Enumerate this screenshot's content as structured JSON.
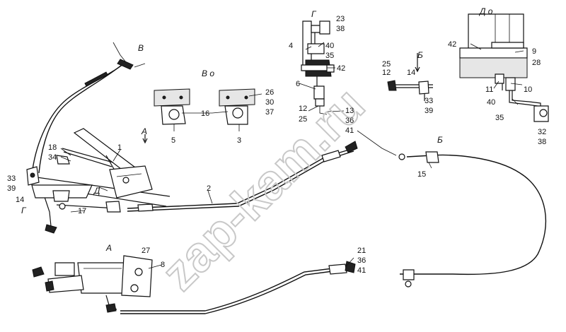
{
  "watermark": "zap-kam.ru",
  "views": {
    "V_detail": "В",
    "V_circle": "В о",
    "G_detail": "Г",
    "D_detail": "Д о",
    "B_detail": "Б",
    "B_lower": "Б",
    "A_arrow": "А",
    "A_detail": "А",
    "G_arrow": "Г",
    "D_arrow": "Д"
  },
  "labels": {
    "l1": "1",
    "l2": "2",
    "l3": "3",
    "l4": "4",
    "l5": "5",
    "l6": "6",
    "l8": "8",
    "l9": "9",
    "l10": "10",
    "l11": "11",
    "l12a": "12",
    "l12b": "12",
    "l13": "13",
    "l14a": "14",
    "l14b": "14",
    "l15": "15",
    "l16": "16",
    "l17": "17",
    "l18": "18",
    "l21": "21",
    "l23": "23",
    "l25a": "25",
    "l25b": "25",
    "l26": "26",
    "l27": "27",
    "l28": "28",
    "l30": "30",
    "l32": "32",
    "l33a": "33",
    "l33b": "33",
    "l34": "34",
    "l35a": "35",
    "l35b": "35",
    "l36a": "36",
    "l36b": "36",
    "l37": "37",
    "l38a": "38",
    "l38b": "38",
    "l39a": "39",
    "l39b": "39",
    "l40a": "40",
    "l40b": "40",
    "l41a": "41",
    "l41b": "41",
    "l42a": "42",
    "l42b": "42"
  }
}
